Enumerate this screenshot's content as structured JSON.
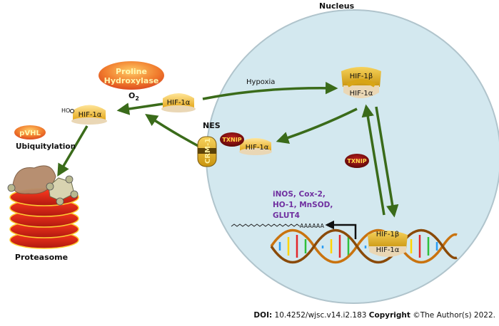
{
  "labels": {
    "nucleus": "Nucleus",
    "proline_hydroxylase_line1": "Proline",
    "proline_hydroxylase_line2": "Hydroxylase",
    "oxygen": "O",
    "oxygen_subscript": "2",
    "hypoxia": "Hypoxia",
    "hif1a": "HIF-1α",
    "hif1b": "HIF-1β",
    "ho": "HO",
    "pvhl": "pVHL",
    "ubiquitylation": "Ubiquitylation",
    "nes": "NES",
    "crm1": "CRM-1",
    "txnip": "TXNIP",
    "proteasome": "Proteasome",
    "mrna": "AAAAAA",
    "target_genes": [
      "iNOS, Cox-2,",
      "HO-1, MnSOD,",
      "GLUT4"
    ]
  },
  "footer": {
    "doi_label": "DOI:",
    "doi_value": "10.4252/wjsc.v14.i2.183",
    "copyright_label": "Copyright",
    "copyright_text": "©The Author(s) 2022."
  },
  "colors": {
    "arrow_green": "#3a6b1a",
    "nucleus_fill": "#d3e8ef",
    "hif_orange": "#f2b21c",
    "hif_beige": "#ead7b5",
    "proline_red": "#e8542a",
    "txnip_dark": "#7a1010",
    "gene_purple": "#7030a0",
    "proteasome_red": "#d7261e"
  }
}
